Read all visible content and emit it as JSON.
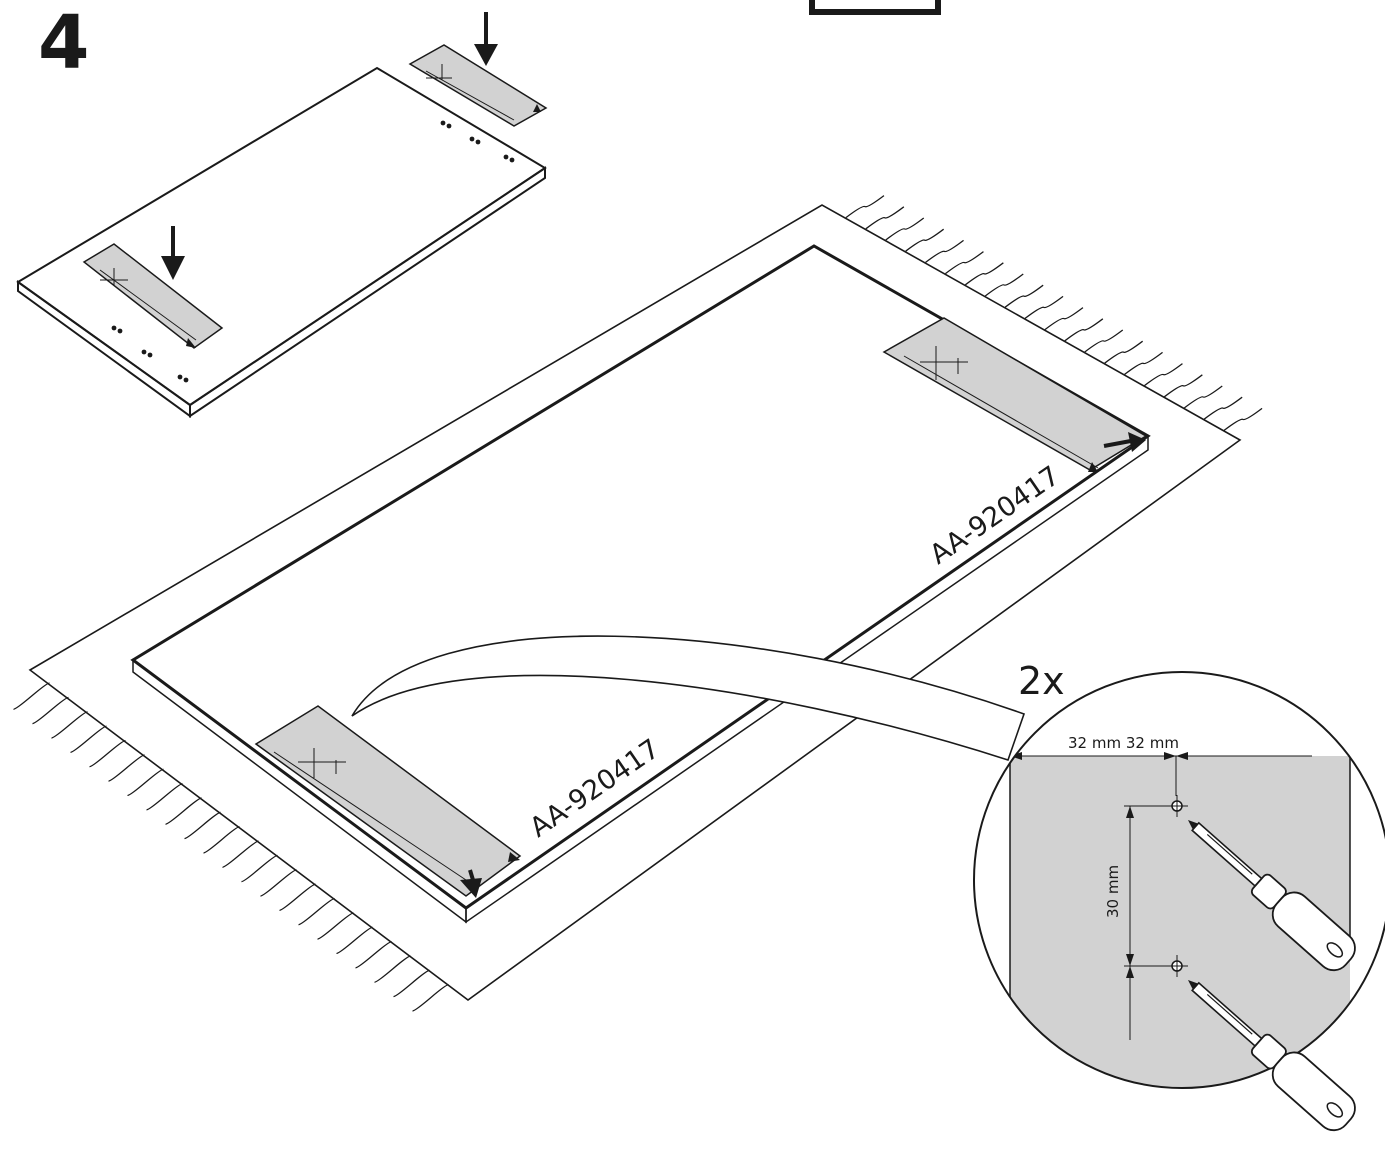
{
  "step": {
    "number": "4"
  },
  "panel_labels": {
    "top_right": "AA-920417",
    "bottom_left": "AA-920417"
  },
  "detail": {
    "quantity": "2x",
    "dimension_horizontal": "32 mm 32 mm",
    "dimension_vertical": "30 mm"
  },
  "colors": {
    "ink": "#1a1a1a",
    "template_fill": "#d2d2d2",
    "detail_fill": "#d2d2d2",
    "paper": "#ffffff"
  },
  "icons": [
    "down-arrow-icon",
    "screwdriver-icon",
    "drill-hole-icon"
  ]
}
